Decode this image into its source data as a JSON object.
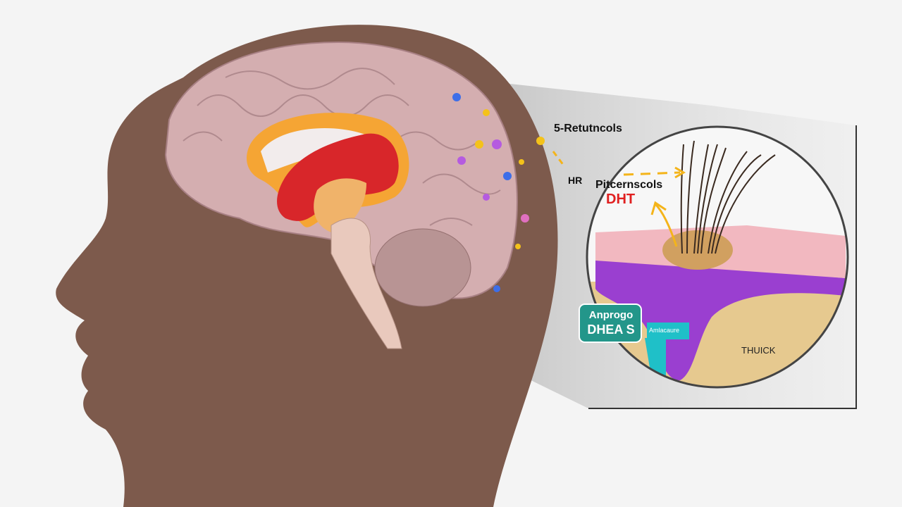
{
  "labels": {
    "retutncols": "5-Retutncols",
    "hr": "HR",
    "pitcernscols": "Pitcernscols",
    "dht": "DHT",
    "androgo_line1": "Anprogo",
    "androgo_line2": "DHEA S",
    "small_tag": "Amlacaure",
    "thick": "THUICK"
  },
  "colors": {
    "background": "#f4f4f4",
    "head": "#7d5a4c",
    "brain": "#d4aeb0",
    "dht_red": "#e02020",
    "badge_teal": "#23968a",
    "tag_cyan": "#1fc0c8",
    "follicle_purple": "#9a3fd0",
    "skin_pink": "#f2b8c0",
    "dermis_tan": "#e6c98f"
  }
}
